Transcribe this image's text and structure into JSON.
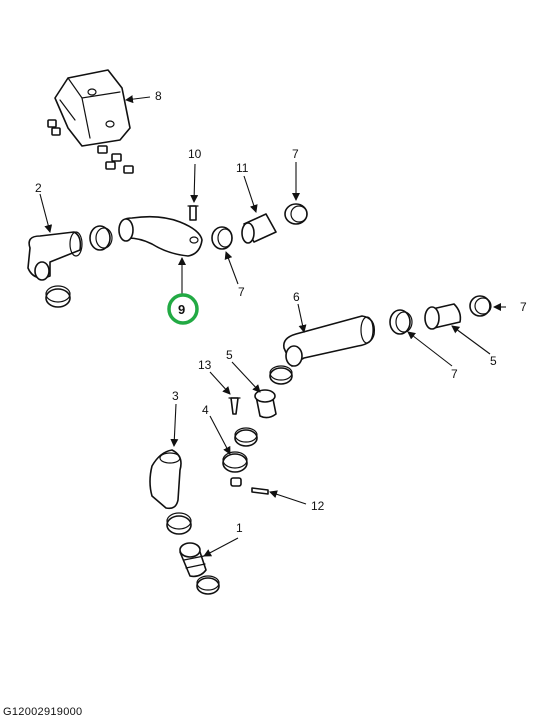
{
  "figure_code": "G12002919000",
  "highlight": {
    "label": "9",
    "color": "#22aa44"
  },
  "callouts": {
    "c1": "1",
    "c2": "2",
    "c3": "3",
    "c4": "4",
    "c5a": "5",
    "c5b": "5",
    "c6": "6",
    "c7a": "7",
    "c7b": "7",
    "c7c": "7",
    "c7d": "7",
    "c8": "8",
    "c9": "9",
    "c10": "10",
    "c11": "11",
    "c12": "12",
    "c13": "13"
  }
}
